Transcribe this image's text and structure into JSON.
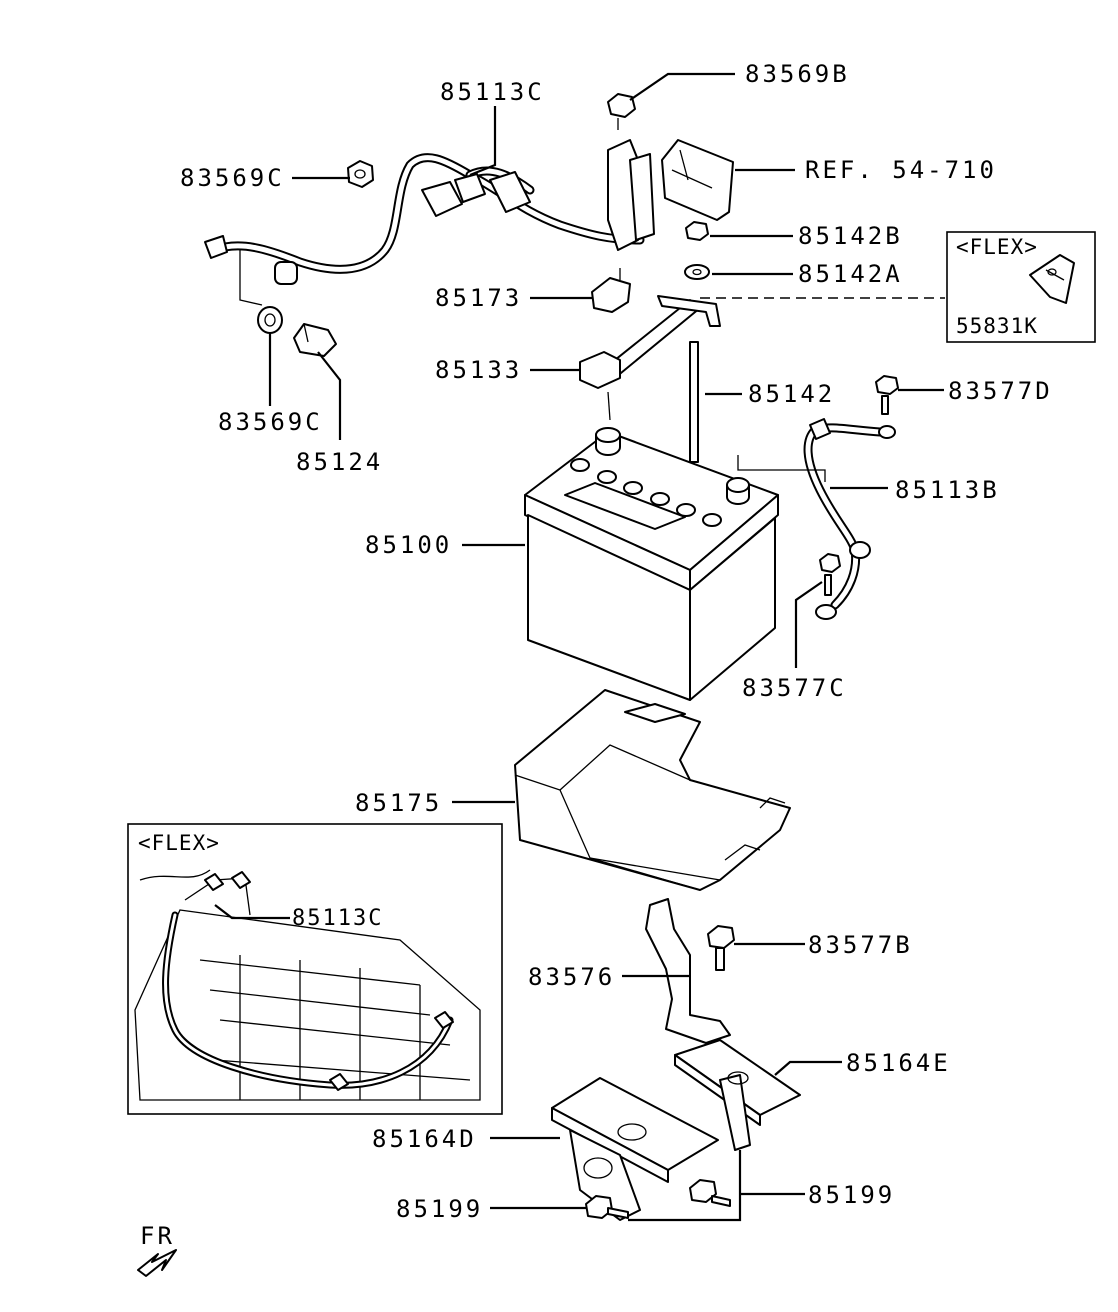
{
  "labels": {
    "p83569B": "83569B",
    "p85113C_top": "85113C",
    "p83569C_top": "83569C",
    "ref": "REF. 54-710",
    "p85142B": "85142B",
    "p85142A": "85142A",
    "p85173": "85173",
    "p85133": "85133",
    "p83569C_bot": "83569C",
    "p85124": "85124",
    "p85142": "85142",
    "p83577D": "83577D",
    "p85113B": "85113B",
    "p85100": "85100",
    "p83577C": "83577C",
    "p85175": "85175",
    "p83577B": "83577B",
    "p83576": "83576",
    "p85164E": "85164E",
    "p85164D": "85164D",
    "p85199_left": "85199",
    "p85199_right": "85199"
  },
  "flex_box_right": {
    "tag": "<FLEX>",
    "part": "55831K"
  },
  "flex_box_left": {
    "tag": "<FLEX>",
    "part": "85113C"
  },
  "direction": {
    "label": "FR",
    "icon": "front-arrow-icon"
  }
}
